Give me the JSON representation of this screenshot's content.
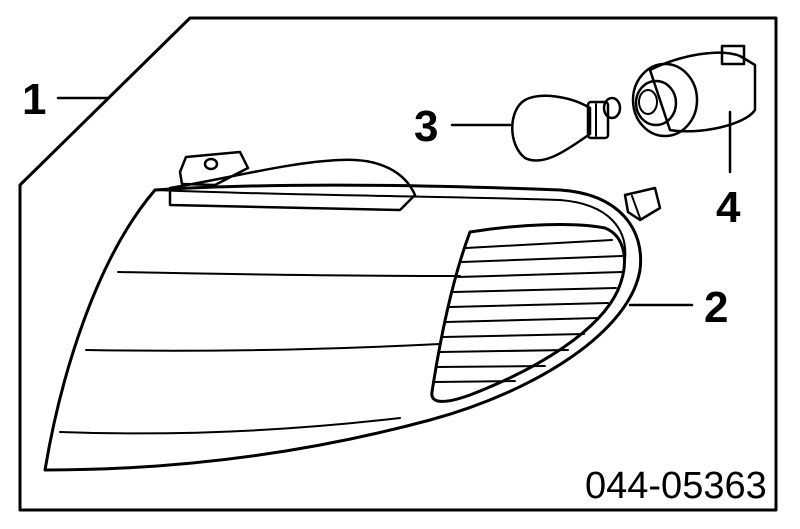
{
  "callouts": {
    "housing": "1",
    "lens": "2",
    "bulb": "3",
    "socket": "4"
  },
  "part_number": "044-05363"
}
